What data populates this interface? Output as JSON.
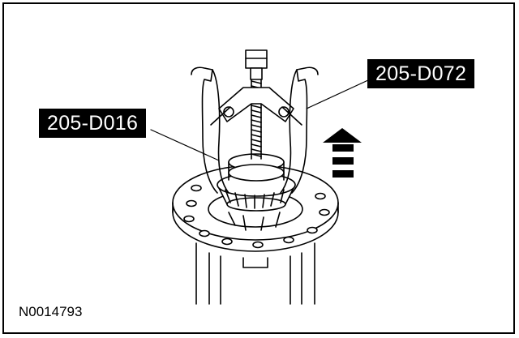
{
  "labels": {
    "tool_d072": "205-D072",
    "tool_d016": "205-D016"
  },
  "figure_id": "N0014793",
  "icons": {
    "direction": "up-arrow-icon"
  },
  "colors": {
    "ink": "#000000",
    "paper": "#ffffff"
  }
}
